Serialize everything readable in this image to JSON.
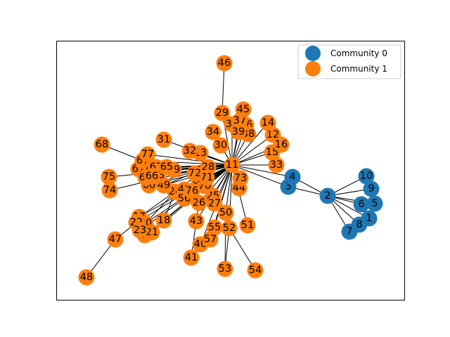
{
  "communities": [
    {
      "id": 0,
      "label": "Community 0",
      "color": "#1f77b4"
    },
    {
      "id": 1,
      "label": "Community 1",
      "color": "#ff7f0e"
    }
  ],
  "nodes": [
    {
      "id": "1",
      "community": 0
    },
    {
      "id": "2",
      "community": 0
    },
    {
      "id": "3",
      "community": 0
    },
    {
      "id": "4",
      "community": 0
    },
    {
      "id": "5",
      "community": 0
    },
    {
      "id": "6",
      "community": 0
    },
    {
      "id": "7",
      "community": 0
    },
    {
      "id": "8",
      "community": 0
    },
    {
      "id": "9",
      "community": 0
    },
    {
      "id": "10",
      "community": 0
    },
    {
      "id": "11",
      "community": 1
    },
    {
      "id": "12",
      "community": 1
    },
    {
      "id": "13",
      "community": 1
    },
    {
      "id": "14",
      "community": 1
    },
    {
      "id": "15",
      "community": 1
    },
    {
      "id": "16",
      "community": 1
    },
    {
      "id": "17",
      "community": 1
    },
    {
      "id": "18",
      "community": 1
    },
    {
      "id": "19",
      "community": 1
    },
    {
      "id": "20",
      "community": 1
    },
    {
      "id": "21",
      "community": 1
    },
    {
      "id": "22",
      "community": 1
    },
    {
      "id": "23",
      "community": 1
    },
    {
      "id": "24",
      "community": 1
    },
    {
      "id": "25",
      "community": 1
    },
    {
      "id": "26",
      "community": 1
    },
    {
      "id": "27",
      "community": 1
    },
    {
      "id": "28",
      "community": 1
    },
    {
      "id": "29",
      "community": 1
    },
    {
      "id": "30",
      "community": 1
    },
    {
      "id": "31",
      "community": 1
    },
    {
      "id": "32",
      "community": 1
    },
    {
      "id": "33",
      "community": 1
    },
    {
      "id": "34",
      "community": 1
    },
    {
      "id": "35",
      "community": 1
    },
    {
      "id": "36",
      "community": 1
    },
    {
      "id": "37",
      "community": 1
    },
    {
      "id": "38",
      "community": 1
    },
    {
      "id": "39",
      "community": 1
    },
    {
      "id": "40",
      "community": 1
    },
    {
      "id": "41",
      "community": 1
    },
    {
      "id": "42",
      "community": 1
    },
    {
      "id": "43",
      "community": 1
    },
    {
      "id": "44",
      "community": 1
    },
    {
      "id": "45",
      "community": 1
    },
    {
      "id": "46",
      "community": 1
    },
    {
      "id": "47",
      "community": 1
    },
    {
      "id": "48",
      "community": 1
    },
    {
      "id": "49",
      "community": 1
    },
    {
      "id": "50",
      "community": 1
    },
    {
      "id": "51",
      "community": 1
    },
    {
      "id": "52",
      "community": 1
    },
    {
      "id": "53",
      "community": 1
    },
    {
      "id": "54",
      "community": 1
    },
    {
      "id": "55",
      "community": 1
    },
    {
      "id": "56",
      "community": 1
    },
    {
      "id": "57",
      "community": 1
    },
    {
      "id": "58",
      "community": 1
    },
    {
      "id": "59",
      "community": 1
    },
    {
      "id": "60",
      "community": 1
    },
    {
      "id": "61",
      "community": 1
    },
    {
      "id": "62",
      "community": 1
    },
    {
      "id": "63",
      "community": 1
    },
    {
      "id": "64",
      "community": 1
    },
    {
      "id": "65",
      "community": 1
    },
    {
      "id": "66",
      "community": 1
    },
    {
      "id": "67",
      "community": 1
    },
    {
      "id": "68",
      "community": 1
    },
    {
      "id": "69",
      "community": 1
    },
    {
      "id": "70",
      "community": 1
    },
    {
      "id": "71",
      "community": 1
    },
    {
      "id": "72",
      "community": 1
    },
    {
      "id": "73",
      "community": 1
    },
    {
      "id": "74",
      "community": 1
    },
    {
      "id": "75",
      "community": 1
    },
    {
      "id": "76",
      "community": 1
    },
    {
      "id": "77",
      "community": 1
    }
  ],
  "edges": [
    [
      "2",
      "1"
    ],
    [
      "2",
      "3"
    ],
    [
      "2",
      "4"
    ],
    [
      "2",
      "5"
    ],
    [
      "2",
      "6"
    ],
    [
      "2",
      "7"
    ],
    [
      "2",
      "8"
    ],
    [
      "2",
      "9"
    ],
    [
      "2",
      "10"
    ],
    [
      "3",
      "11"
    ],
    [
      "4",
      "11"
    ],
    [
      "3",
      "4"
    ],
    [
      "11",
      "12"
    ],
    [
      "11",
      "14"
    ],
    [
      "11",
      "15"
    ],
    [
      "11",
      "16"
    ],
    [
      "11",
      "33"
    ],
    [
      "11",
      "73"
    ],
    [
      "11",
      "44"
    ],
    [
      "11",
      "45"
    ],
    [
      "11",
      "29"
    ],
    [
      "11",
      "35"
    ],
    [
      "11",
      "37"
    ],
    [
      "11",
      "36"
    ],
    [
      "11",
      "39"
    ],
    [
      "11",
      "38"
    ],
    [
      "11",
      "34"
    ],
    [
      "11",
      "30"
    ],
    [
      "11",
      "13"
    ],
    [
      "11",
      "32"
    ],
    [
      "11",
      "28"
    ],
    [
      "11",
      "72"
    ],
    [
      "11",
      "71"
    ],
    [
      "11",
      "69"
    ],
    [
      "11",
      "25"
    ],
    [
      "11",
      "27"
    ],
    [
      "11",
      "50"
    ],
    [
      "11",
      "52"
    ],
    [
      "11",
      "55"
    ],
    [
      "11",
      "57"
    ],
    [
      "11",
      "43"
    ],
    [
      "11",
      "26"
    ],
    [
      "11",
      "42"
    ],
    [
      "11",
      "24"
    ],
    [
      "11",
      "49"
    ],
    [
      "11",
      "59"
    ],
    [
      "11",
      "65"
    ],
    [
      "11",
      "62"
    ],
    [
      "11",
      "64"
    ],
    [
      "11",
      "58"
    ],
    [
      "11",
      "63"
    ],
    [
      "11",
      "66"
    ],
    [
      "11",
      "60"
    ],
    [
      "11",
      "67"
    ],
    [
      "11",
      "61"
    ],
    [
      "11",
      "77"
    ],
    [
      "11",
      "31"
    ],
    [
      "11",
      "56"
    ],
    [
      "11",
      "76"
    ],
    [
      "11",
      "70"
    ],
    [
      "11",
      "18"
    ],
    [
      "11",
      "17"
    ],
    [
      "11",
      "20"
    ],
    [
      "11",
      "22"
    ],
    [
      "11",
      "23"
    ],
    [
      "11",
      "19"
    ],
    [
      "11",
      "21"
    ],
    [
      "11",
      "40"
    ],
    [
      "11",
      "51"
    ],
    [
      "28",
      "24"
    ],
    [
      "28",
      "49"
    ],
    [
      "28",
      "60"
    ],
    [
      "28",
      "75"
    ],
    [
      "28",
      "74"
    ],
    [
      "28",
      "56"
    ],
    [
      "28",
      "72"
    ],
    [
      "29",
      "46"
    ],
    [
      "52",
      "53"
    ],
    [
      "52",
      "54"
    ],
    [
      "43",
      "41"
    ],
    [
      "22",
      "47"
    ],
    [
      "47",
      "48"
    ],
    [
      "67",
      "68"
    ],
    [
      "24",
      "20"
    ],
    [
      "24",
      "17"
    ],
    [
      "24",
      "18"
    ],
    [
      "26",
      "43"
    ],
    [
      "50",
      "53"
    ]
  ]
}
